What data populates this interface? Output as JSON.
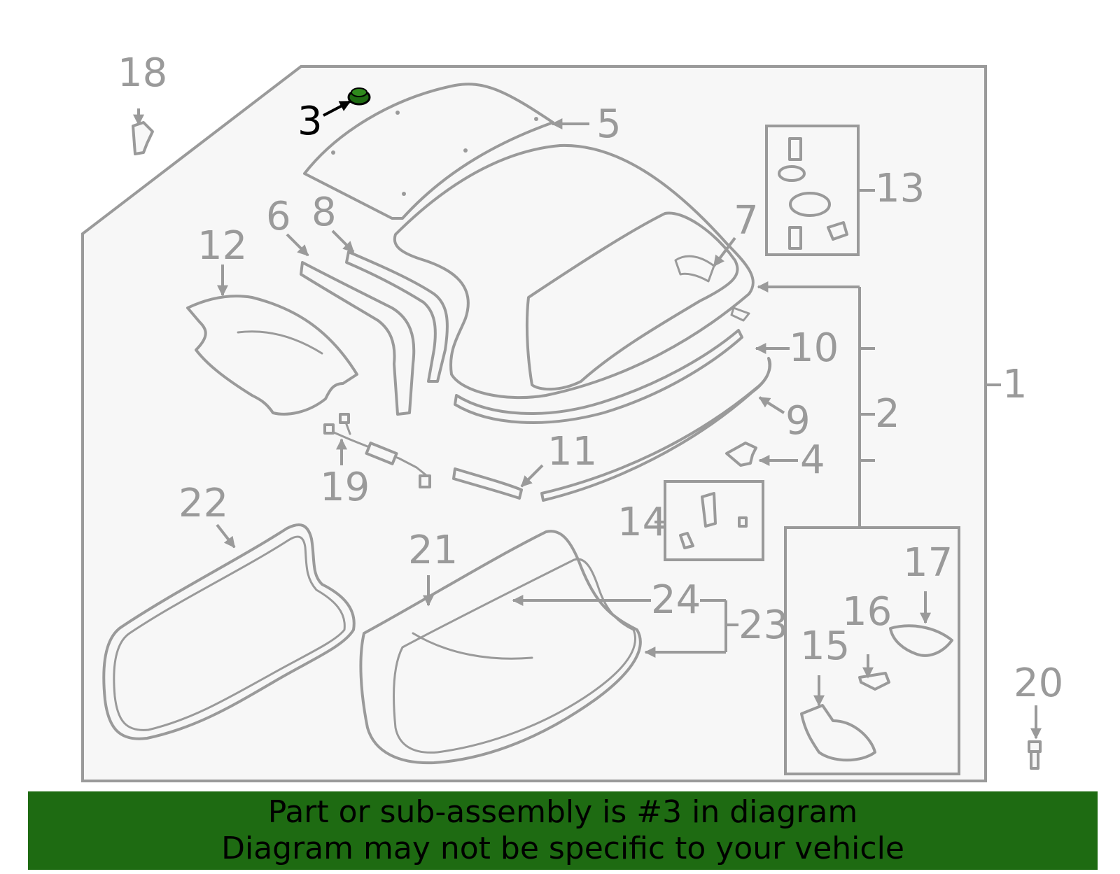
{
  "labels": {
    "l1": "1",
    "l2": "2",
    "l3": "3",
    "l4": "4",
    "l5": "5",
    "l6": "6",
    "l7": "7",
    "l8": "8",
    "l9": "9",
    "l10": "10",
    "l11": "11",
    "l12": "12",
    "l13": "13",
    "l14": "14",
    "l15": "15",
    "l16": "16",
    "l17": "17",
    "l18": "18",
    "l19": "19",
    "l20": "20",
    "l21": "21",
    "l22": "22",
    "l23": "23",
    "l24": "24"
  },
  "highlighted_part": "3",
  "colors": {
    "line": "#9a9a9a",
    "highlight": "#1e6b12",
    "panel": "#f7f7f7"
  },
  "banner": {
    "line1": "Part or sub-assembly is #3 in diagram",
    "line2": "Diagram may not be specific to your vehicle"
  }
}
